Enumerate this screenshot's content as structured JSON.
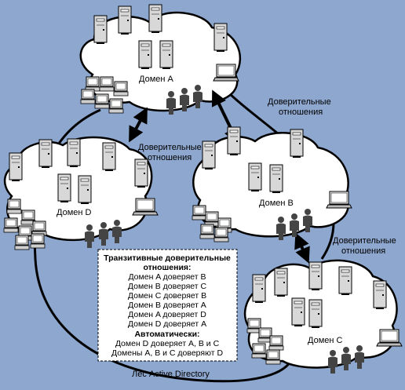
{
  "domains": {
    "a": "Домен A",
    "b": "Домен B",
    "c": "Домен C",
    "d": "Домен D"
  },
  "trust_label": {
    "line1": "Доверительные",
    "line2": "отношения"
  },
  "transitive_box": {
    "heading1": "Транзитивные доверительные",
    "heading2": "отношения:",
    "lines": [
      "Домен A доверяет B",
      "Домен B доверяет C",
      "Домен C доверяет B",
      "Домен B доверяет A",
      "Домен A доверяет D",
      "Домен D доверяет A"
    ],
    "auto_heading": "Автоматически:",
    "auto_lines": [
      "Домен D доверяет A, B и C",
      "Домены A, B и C доверяют D"
    ]
  },
  "forest_label": "Лес Active Directory",
  "colors": {
    "background": "#8ea7cf",
    "cloud_fill": "#ffffff",
    "line": "#000000",
    "device_fill": "#d4d4d4",
    "people": "#444444"
  },
  "icons": [
    "server-icon",
    "laptop-icon",
    "desktop-computer-icon",
    "user-group-icon",
    "double-arrow-icon"
  ]
}
